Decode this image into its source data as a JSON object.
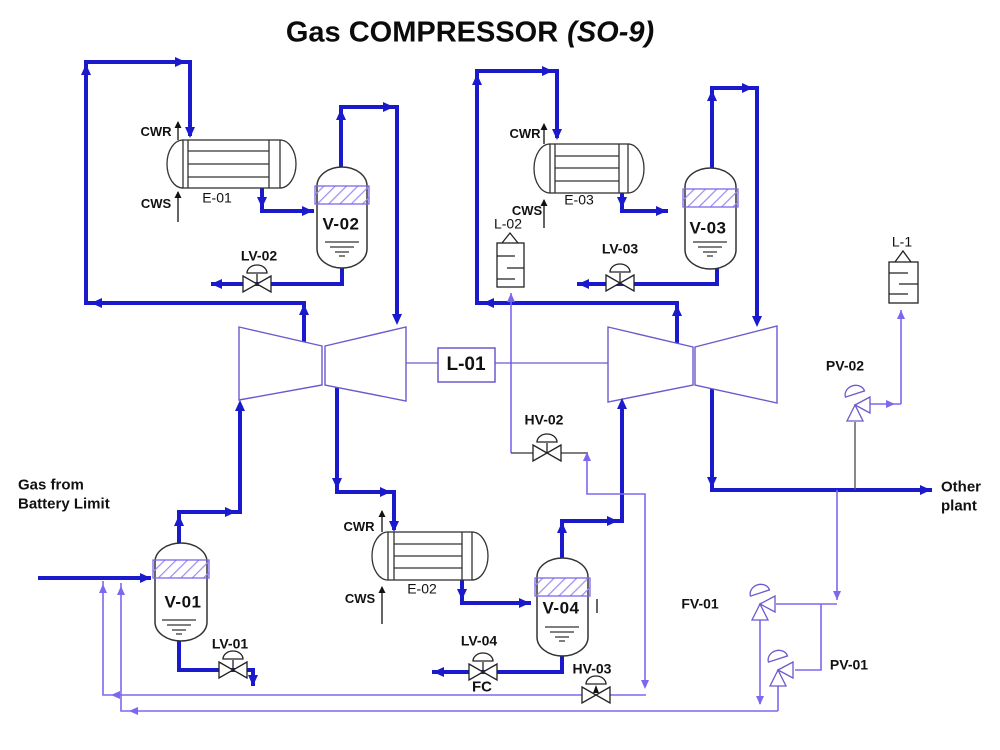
{
  "title": {
    "main": "Gas COMPRESSOR",
    "suffix": "(SO-9)"
  },
  "streams": {
    "inlet": "Gas from\nBattery Limit",
    "outlet": "Other\nplant"
  },
  "cooling": {
    "return": "CWR",
    "supply": "CWS"
  },
  "equipment": {
    "e01": "E-01",
    "e02": "E-02",
    "e03": "E-03",
    "v01": "V-01",
    "v02": "V-02",
    "v03": "V-03",
    "v04": "V-04",
    "l01": "L-01",
    "l02": "L-02",
    "l1": "L-1"
  },
  "valves": {
    "lv01": "LV-01",
    "lv02": "LV-02",
    "lv03": "LV-03",
    "lv04": "LV-04",
    "hv02": "HV-02",
    "hv03": "HV-03",
    "fv01": "FV-01",
    "pv01": "PV-01",
    "pv02": "PV-02",
    "fc": "FC"
  },
  "colors": {
    "process_line": "#1a1acc",
    "secondary_line": "#7b68ee",
    "compressor_outline": "#6a5acd",
    "equipment_outline": "#333333",
    "instrument_line": "#555555",
    "text": "#111111"
  }
}
